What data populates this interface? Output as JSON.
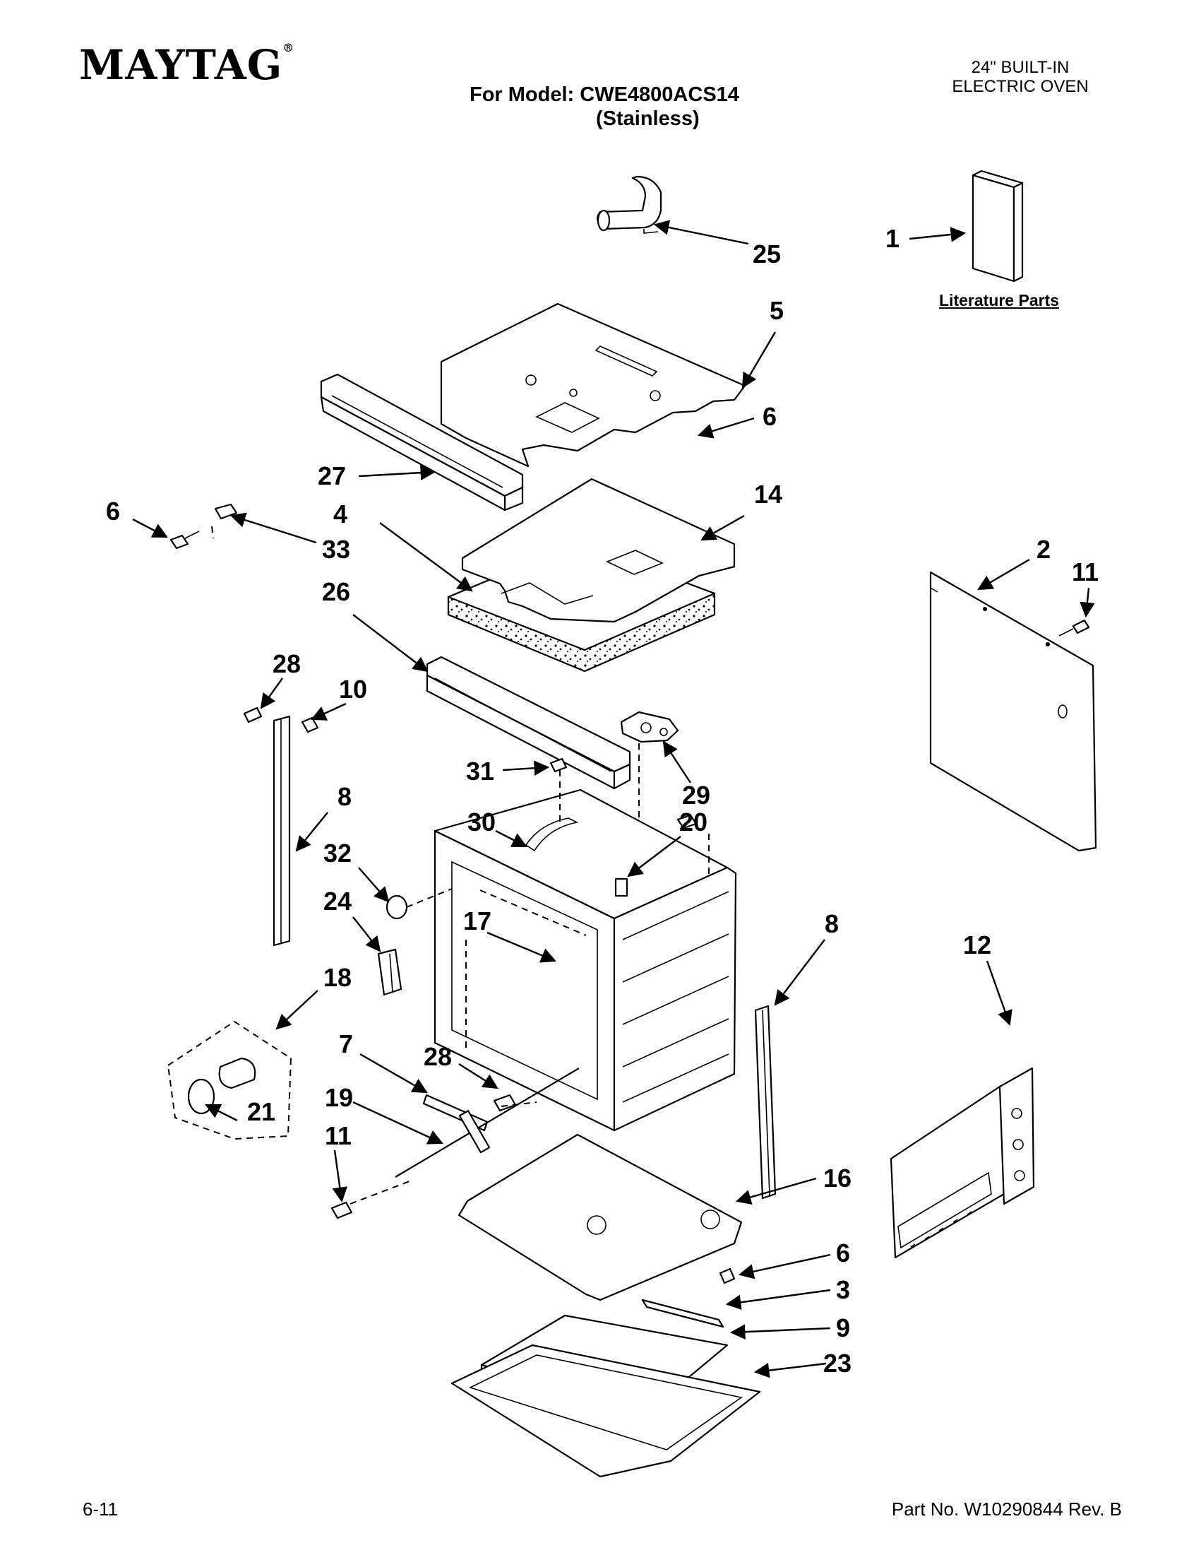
{
  "header": {
    "brand": "MAYTAG",
    "model_line": "For Model: CWE4800ACS14",
    "variant": "(Stainless)",
    "product_type_line1": "24\" BUILT-IN",
    "product_type_line2": "ELECTRIC OVEN"
  },
  "literature_label": "Literature Parts",
  "footer": {
    "date_code": "6-11",
    "part_number": "Part No. W10290844 Rev. B"
  },
  "callouts": {
    "c1": "1",
    "c25": "25",
    "c5": "5",
    "c6a": "6",
    "c27": "27",
    "c14": "14",
    "c6b": "6",
    "c33": "33",
    "c4": "4",
    "c26": "26",
    "c2": "2",
    "c11a": "11",
    "c28a": "28",
    "c10": "10",
    "c29": "29",
    "c31": "31",
    "c30": "30",
    "c20": "20",
    "c8a": "8",
    "c32": "32",
    "c24": "24",
    "c17": "17",
    "c8b": "8",
    "c12": "12",
    "c18": "18",
    "c7": "7",
    "c28b": "28",
    "c21": "21",
    "c19": "19",
    "c11b": "11",
    "c16": "16",
    "c6c": "6",
    "c3": "3",
    "c9": "9",
    "c23": "23"
  }
}
